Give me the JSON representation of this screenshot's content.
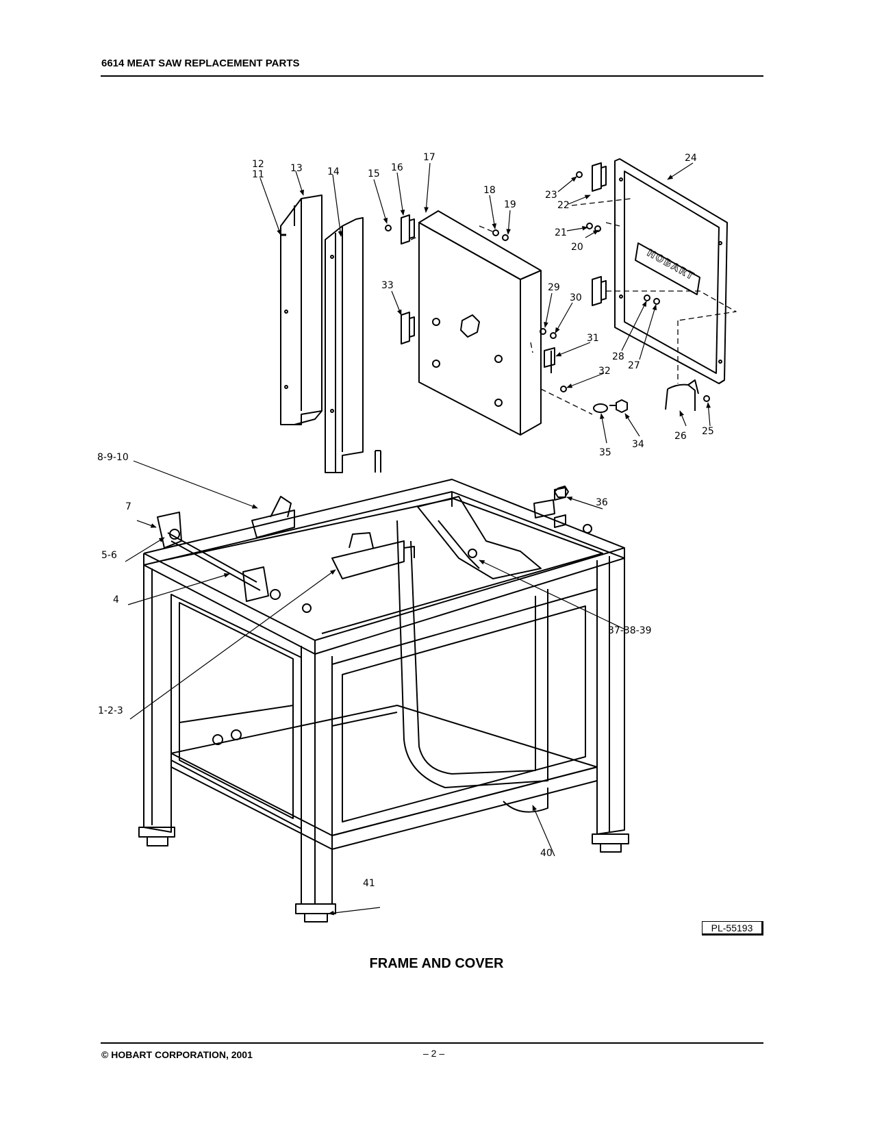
{
  "header": {
    "title": "6614 MEAT SAW REPLACEMENT PARTS"
  },
  "figure": {
    "caption": "FRAME AND COVER",
    "plate_number": "PL-55193",
    "cover_logo": "HOBART",
    "callouts": [
      "12",
      "11",
      "13",
      "14",
      "15",
      "16",
      "17",
      "18",
      "19",
      "23",
      "24",
      "22",
      "21",
      "20",
      "33",
      "29",
      "30",
      "31",
      "28",
      "27",
      "32",
      "35",
      "34",
      "26",
      "25",
      "8-9-10",
      "36",
      "7",
      "5-6",
      "4",
      "37-38-39",
      "1-2-3",
      "40",
      "41"
    ]
  },
  "footer": {
    "copyright": "© HOBART CORPORATION, 2001",
    "page": "– 2 –"
  }
}
